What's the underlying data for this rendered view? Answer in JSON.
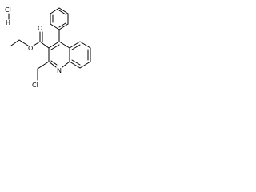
{
  "molecule": {
    "atom_labels": {
      "cl_hcl": "Cl",
      "h_hcl": "H",
      "o_carbonyl": "O",
      "o_ester": "O",
      "n_ring": "N",
      "cl_chloromethyl": "Cl"
    }
  },
  "colors": {
    "bond": "#000000",
    "label": "#000000",
    "background": "#ffffff"
  }
}
